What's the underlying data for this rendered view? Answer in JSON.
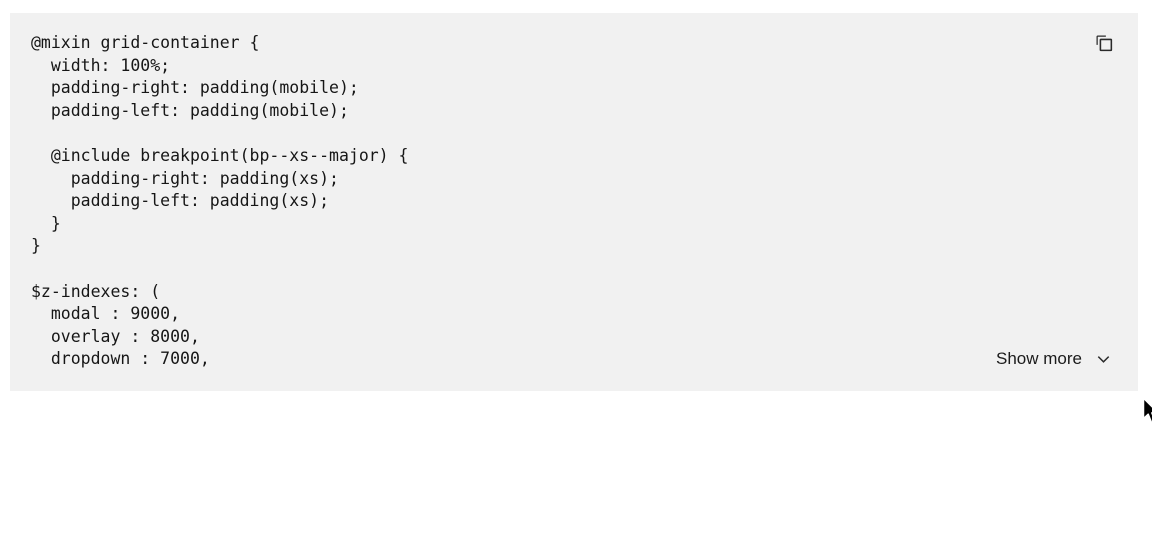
{
  "code_snippet": {
    "type": "multi-line-code-snippet",
    "language": "scss",
    "background_color": "#f1f1f1",
    "text_color": "#161616",
    "code": "@mixin grid-container {\n  width: 100%;\n  padding-right: padding(mobile);\n  padding-left: padding(mobile);\n\n  @include breakpoint(bp--xs--major) {\n    padding-right: padding(xs);\n    padding-left: padding(xs);\n  }\n}\n\n$z-indexes: (\n  modal : 9000,\n  overlay : 8000,\n  dropdown : 7000,",
    "copy_button": {
      "icon": "copy-icon"
    },
    "show_more": {
      "label": "Show more",
      "icon": "chevron-down-icon"
    },
    "z_index_values": {
      "modal": 9000,
      "overlay": 8000,
      "dropdown": 7000
    }
  },
  "cursor": {
    "type": "arrow-pointer",
    "color": "#000000"
  }
}
